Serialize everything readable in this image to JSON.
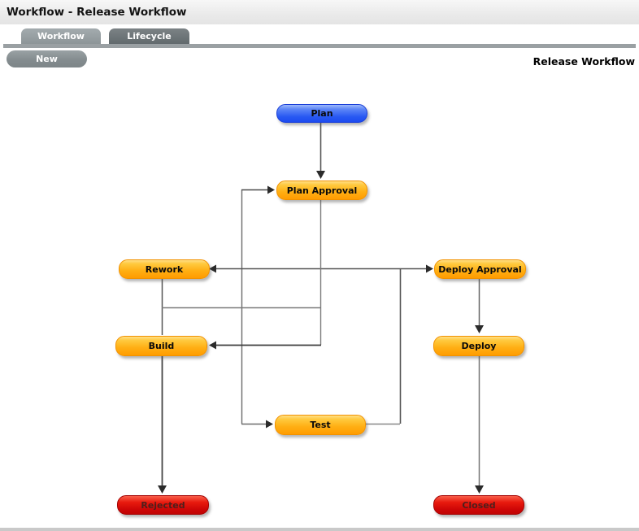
{
  "header": {
    "title": "Workflow - Release Workflow",
    "workflow_name": "Release Workflow"
  },
  "tabs": [
    {
      "label": "Workflow",
      "active": true
    },
    {
      "label": "Lifecycle",
      "active": false
    }
  ],
  "toolbar": {
    "new_label": "New"
  },
  "nodes": [
    {
      "id": "plan",
      "label": "Plan",
      "color": "#2456f0"
    },
    {
      "id": "plan-approval",
      "label": "Plan Approval",
      "color": "#ffa81e"
    },
    {
      "id": "rework",
      "label": "Rework",
      "color": "#ffa81e"
    },
    {
      "id": "deploy-approval",
      "label": "Deploy Approval",
      "color": "#ffa81e"
    },
    {
      "id": "build",
      "label": "Build",
      "color": "#ffa81e"
    },
    {
      "id": "deploy",
      "label": "Deploy",
      "color": "#ffa81e"
    },
    {
      "id": "test",
      "label": "Test",
      "color": "#ffa81e"
    },
    {
      "id": "rejected",
      "label": "Rejected",
      "color": "#cf0606"
    },
    {
      "id": "closed",
      "label": "Closed",
      "color": "#cf0606"
    }
  ],
  "edges": [
    {
      "from": "Plan",
      "to": "Plan Approval"
    },
    {
      "from": "Plan Approval",
      "to": "Build"
    },
    {
      "from": "Rework",
      "to": "Plan Approval"
    },
    {
      "from": "Rework",
      "to": "Build"
    },
    {
      "from": "Build",
      "to": "Test"
    },
    {
      "from": "Build",
      "to": "Rejected"
    },
    {
      "from": "Test",
      "to": "Deploy Approval"
    },
    {
      "from": "Deploy Approval",
      "to": "Rework"
    },
    {
      "from": "Deploy Approval",
      "to": "Deploy"
    },
    {
      "from": "Deploy",
      "to": "Closed"
    }
  ],
  "colors": {
    "tab_active": "#8e9699",
    "tab_inactive": "#62696d",
    "tab_bar": "#9aa0a3",
    "connector": "#666666",
    "arrowhead": "#2b2b2b",
    "titlebar_bg": "#ececec"
  }
}
